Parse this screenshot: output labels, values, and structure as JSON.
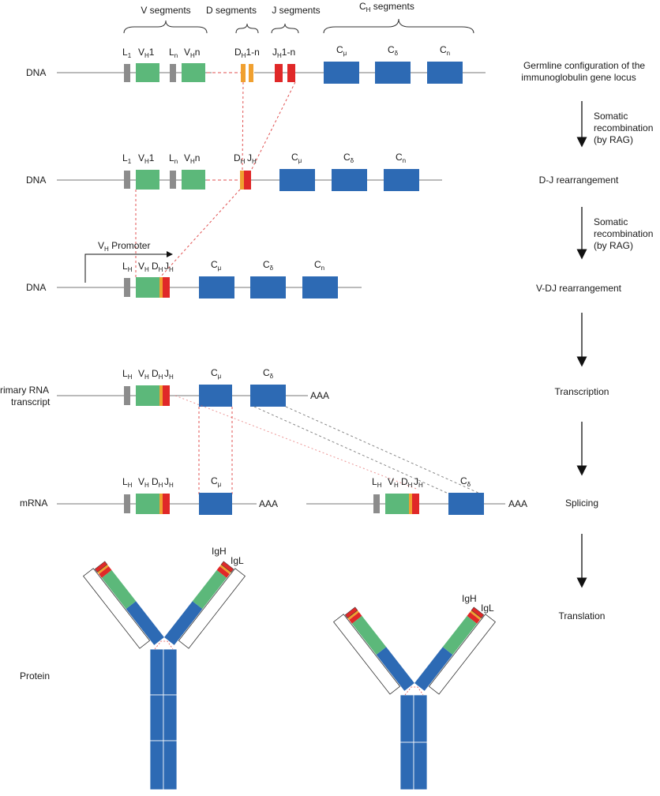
{
  "header": {
    "v_segments": "V segments",
    "d_segments": "D segments",
    "j_segments": "J segments",
    "ch_segments_main": "C",
    "ch_segments_sub": "H",
    "ch_segments_tail": " segments"
  },
  "rows": {
    "dna": "DNA",
    "rna_line1": "rimary RNA",
    "rna_line2": "transcript",
    "mrna": "mRNA",
    "protein": "Protein"
  },
  "steps": {
    "germline_line1": "Germline configuration of the",
    "germline_line2": "immunoglobulin gene locus",
    "somatic_line1": "Somatic",
    "somatic_line2": "recombination",
    "somatic_line3": "(by RAG)",
    "dj": "D-J rearrangement",
    "vdj": "V-DJ rearrangement",
    "transcription": "Transcription",
    "splicing": "Splicing",
    "translation": "Translation"
  },
  "gene_labels": {
    "L": "L",
    "V": "V",
    "D": "D",
    "J": "J",
    "C": "C",
    "sub_1": "1",
    "sub_n": "n",
    "sub_H": "H",
    "sub_mu": "μ",
    "sub_delta": "δ",
    "one": "1",
    "n": "n",
    "one_to_n": "1-n"
  },
  "misc": {
    "promoter_main": "V",
    "promoter_sub": "H",
    "promoter_tail": " Promoter",
    "polyA": "AAA",
    "igh": "IgH",
    "igl": "IgL"
  },
  "colors": {
    "leader": "#8c8c8c",
    "v_segment": "#5cb87a",
    "d_segment": "#f0a030",
    "j_segment": "#e02828",
    "c_segment": "#2d6ab4",
    "dashed_link": "#e05050"
  }
}
